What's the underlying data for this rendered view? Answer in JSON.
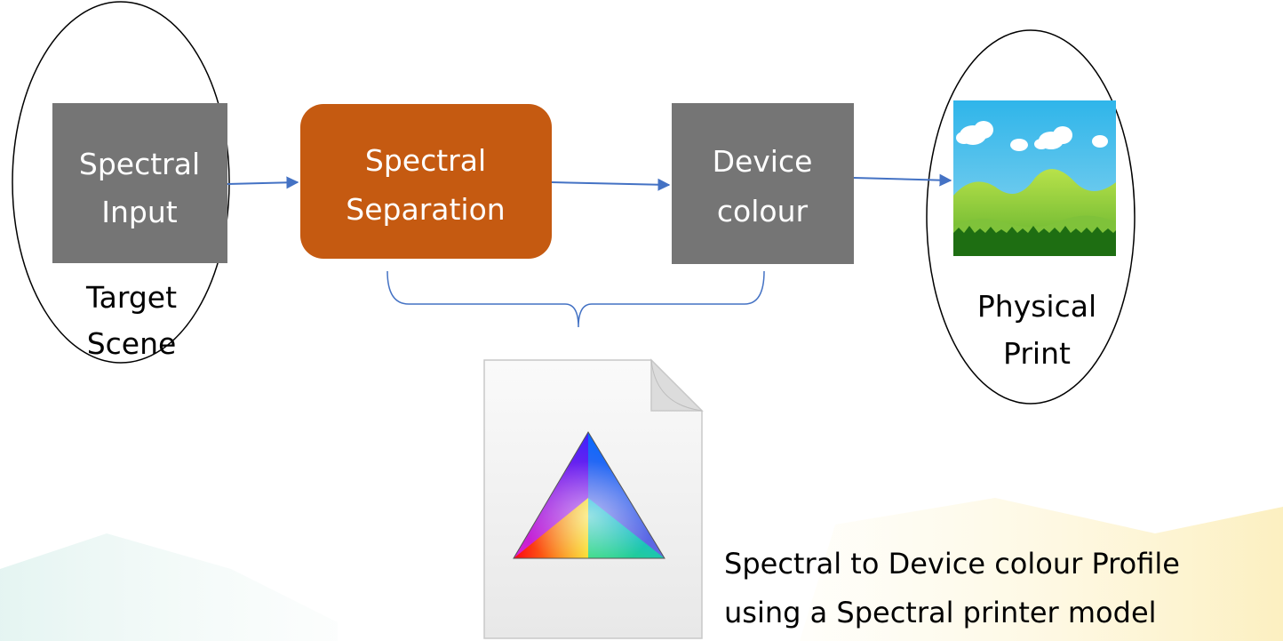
{
  "nodes": {
    "spectral_input": {
      "line1": "Spectral",
      "line2": "Input"
    },
    "spectral_separation": {
      "line1": "Spectral",
      "line2": "Separation"
    },
    "device_colour": {
      "line1": "Device",
      "line2": "colour"
    }
  },
  "labels": {
    "target_scene": {
      "line1": "Target",
      "line2": "Scene"
    },
    "physical_print": {
      "line1": "Physical",
      "line2": "Print"
    }
  },
  "caption": {
    "line1": "Spectral to Device colour Profile",
    "line2": "using a Spectral printer model"
  },
  "colors": {
    "gray_box": "#757575",
    "orange_box": "#c55a11",
    "arrow": "#4472c4",
    "bracket": "#4472c4"
  },
  "icons": {
    "print_image": "landscape-icon",
    "profile_file": "icc-profile-file-icon"
  }
}
